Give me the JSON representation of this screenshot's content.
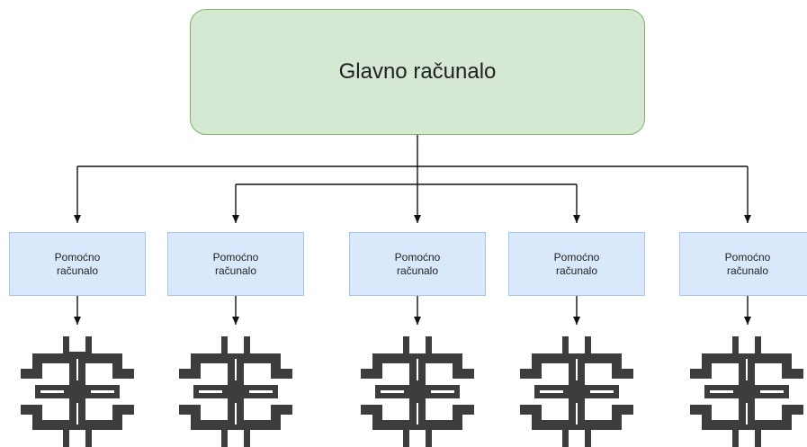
{
  "main": {
    "label": "Glavno računalo"
  },
  "auxiliary": [
    {
      "label": "Pomoćno\nračunalo"
    },
    {
      "label": "Pomoćno\nračunalo"
    },
    {
      "label": "Pomoćno\nračunalo"
    },
    {
      "label": "Pomoćno\nračunalo"
    },
    {
      "label": "Pomoćno\nračunalo"
    }
  ],
  "devices": [
    {
      "icon": "processor-chip-icon"
    },
    {
      "icon": "processor-chip-icon"
    },
    {
      "icon": "processor-chip-icon"
    },
    {
      "icon": "processor-chip-icon"
    },
    {
      "icon": "processor-chip-icon"
    }
  ],
  "colors": {
    "main_fill": "#d5e8d4",
    "main_border": "#82b366",
    "aux_fill": "#dae8fc",
    "aux_border": "#a9c4eb",
    "connector": "#111111",
    "chip": "#3d3d3d"
  }
}
